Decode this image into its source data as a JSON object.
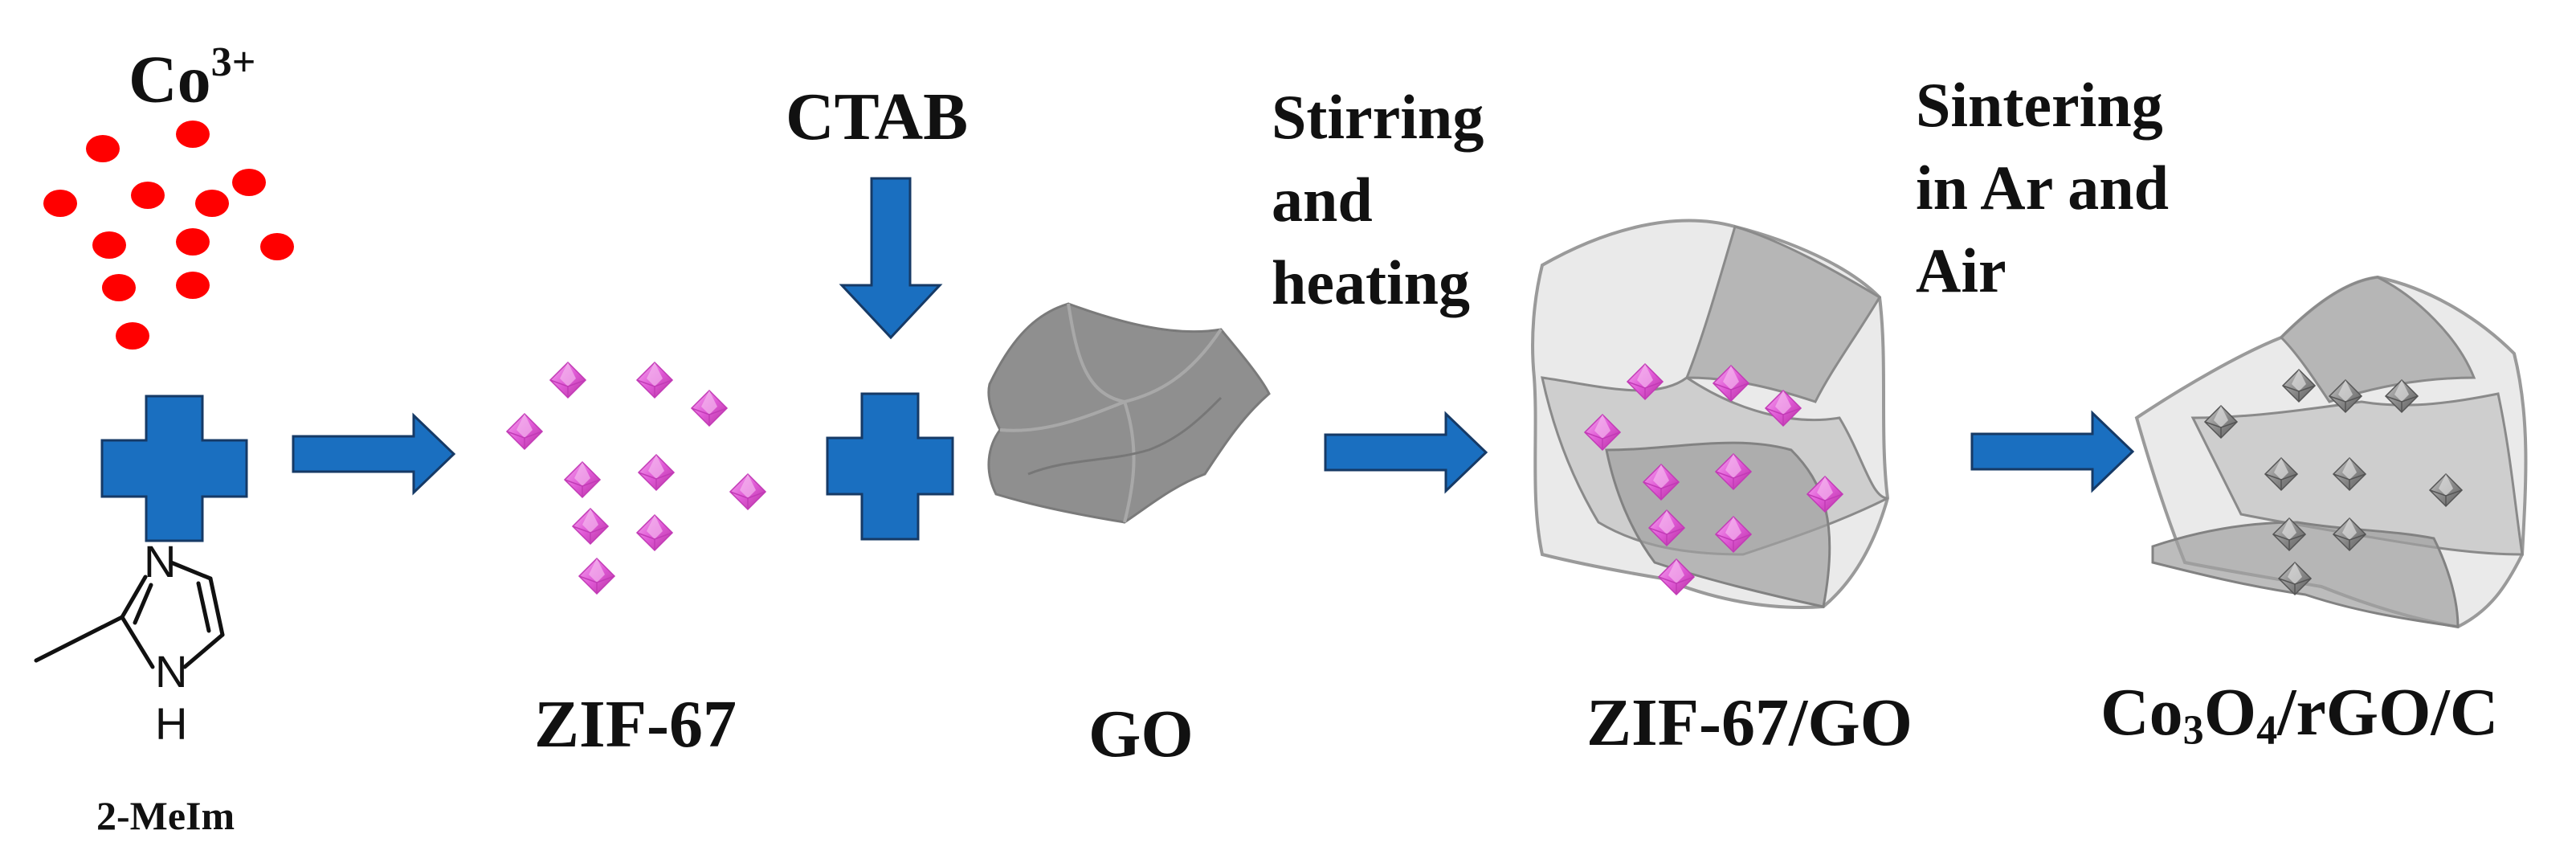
{
  "labels": {
    "cobalt_ion": "Co",
    "cobalt_ion_charge": "3+",
    "ligand": "2-MeIm",
    "ligand_atom_n": "N",
    "ligand_atom_nh_n": "N",
    "ligand_atom_nh_h": "H",
    "surfactant": "CTAB",
    "zif": "ZIF-67",
    "graphene_oxide": "GO",
    "composite": "ZIF-67/GO",
    "product_co": "Co",
    "product_co_sub": "3",
    "product_o": "O",
    "product_o_sub": "4",
    "product_rest": "/rGO/C"
  },
  "steps": {
    "stirring_line1": "Stirring",
    "stirring_line2": "and",
    "stirring_line3": "heating",
    "sintering_line1": "Sintering",
    "sintering_line2": "in Ar and",
    "sintering_line3": "Air"
  },
  "colors": {
    "arrow_blue": "#1a6fc0",
    "arrow_outline": "#163a66",
    "ion_red": "#ff0000",
    "crystal_pink": "#e05ad6",
    "sheet_gray": "#8a8a8a",
    "oxide_gray": "#808080"
  }
}
